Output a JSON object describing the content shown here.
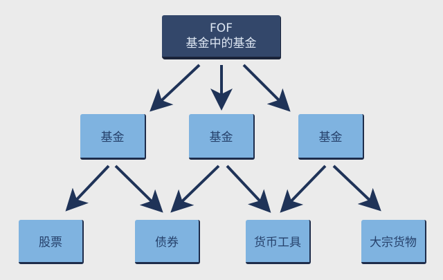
{
  "root": {
    "line1": "FOF",
    "line2": "基金中的基金"
  },
  "funds": [
    {
      "label": "基金"
    },
    {
      "label": "基金"
    },
    {
      "label": "基金"
    }
  ],
  "assets": [
    {
      "label": "股票"
    },
    {
      "label": "债券"
    },
    {
      "label": "货币工具"
    },
    {
      "label": "大宗货物"
    }
  ],
  "edges": [
    [
      "root",
      "fund0"
    ],
    [
      "root",
      "fund1"
    ],
    [
      "root",
      "fund2"
    ],
    [
      "fund0",
      "asset0"
    ],
    [
      "fund0",
      "asset1"
    ],
    [
      "fund1",
      "asset1"
    ],
    [
      "fund1",
      "asset2"
    ],
    [
      "fund2",
      "asset2"
    ],
    [
      "fund2",
      "asset3"
    ]
  ],
  "colors": {
    "root": "#33476a",
    "node": "#7fb3e0",
    "arrow": "#1f3358",
    "background": "#ebebeb"
  }
}
